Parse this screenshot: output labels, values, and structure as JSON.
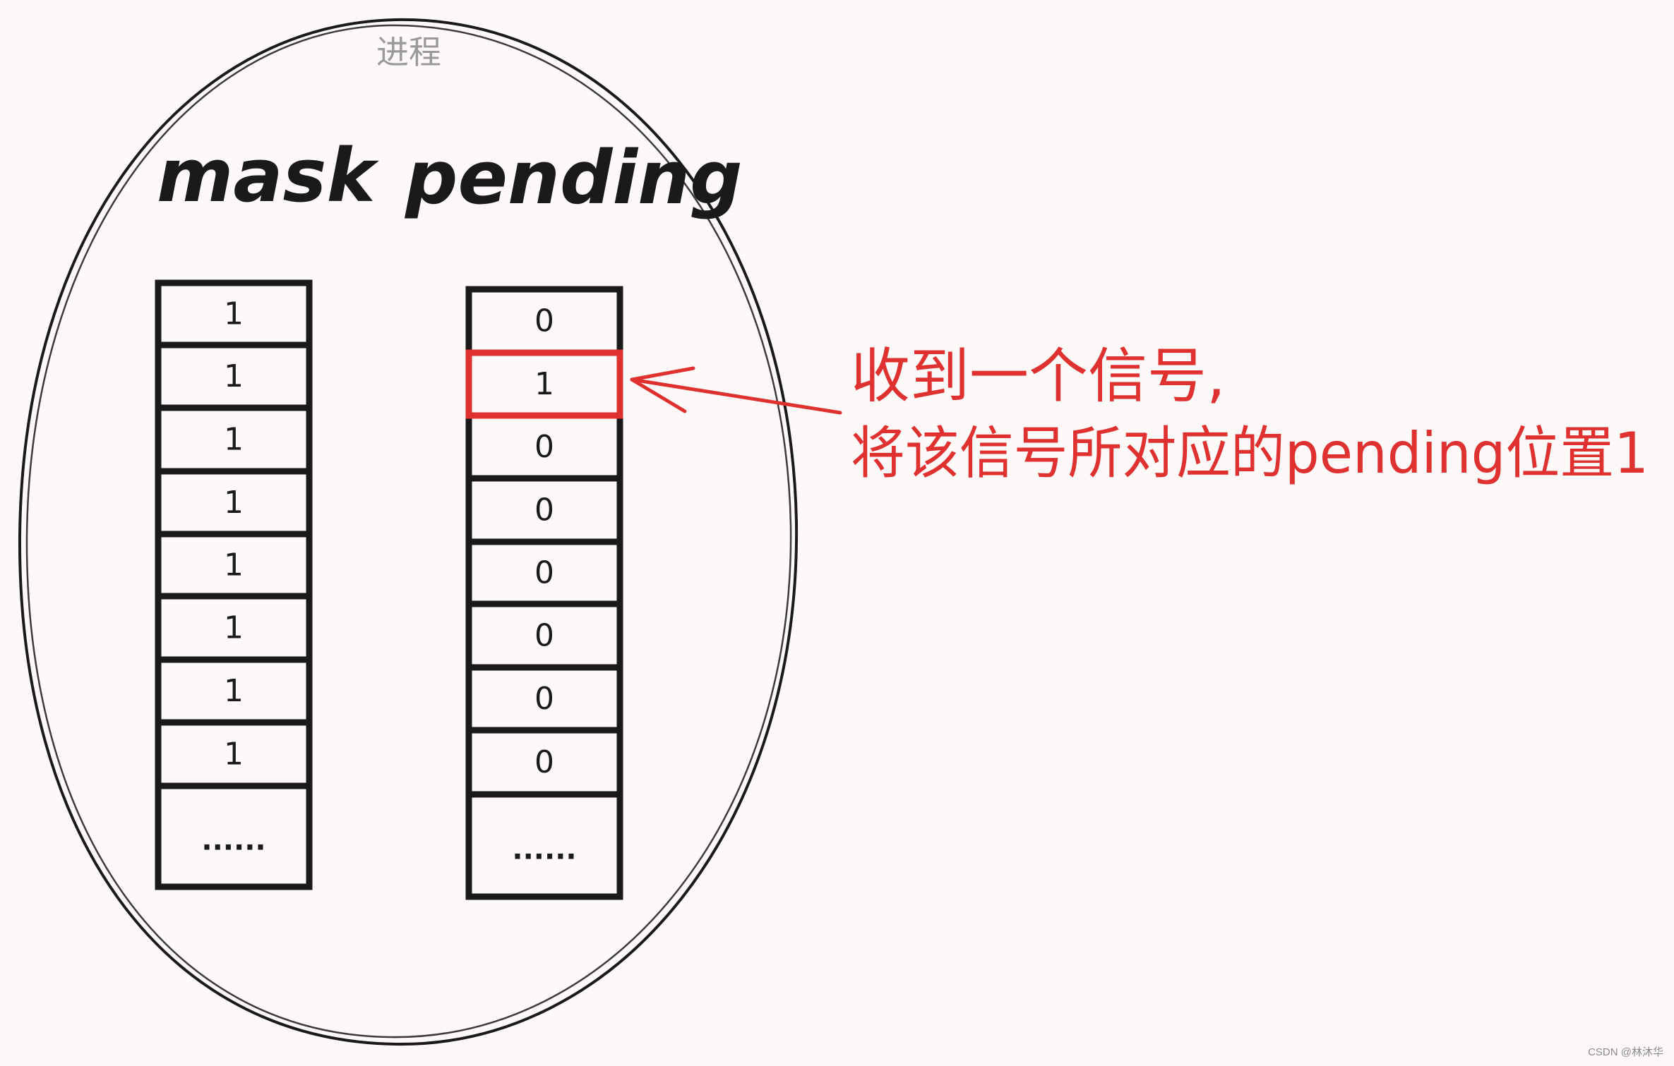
{
  "process_label": "进程",
  "mask": {
    "title": "mask",
    "cells": [
      "1",
      "1",
      "1",
      "1",
      "1",
      "1",
      "1",
      "1",
      "......"
    ]
  },
  "pending": {
    "title": "pending",
    "cells": [
      "0",
      "1",
      "0",
      "0",
      "0",
      "0",
      "0",
      "0",
      "......"
    ],
    "highlight_index": 1
  },
  "callout": {
    "line1": "收到一个信号,",
    "line2": "将该信号所对应的pending位置1"
  },
  "watermark": "CSDN @林沐华",
  "colors": {
    "ink": "#1a1a1a",
    "accent": "#e03131",
    "label_gray": "#9a9a9a",
    "background": "#fcf9f8"
  }
}
